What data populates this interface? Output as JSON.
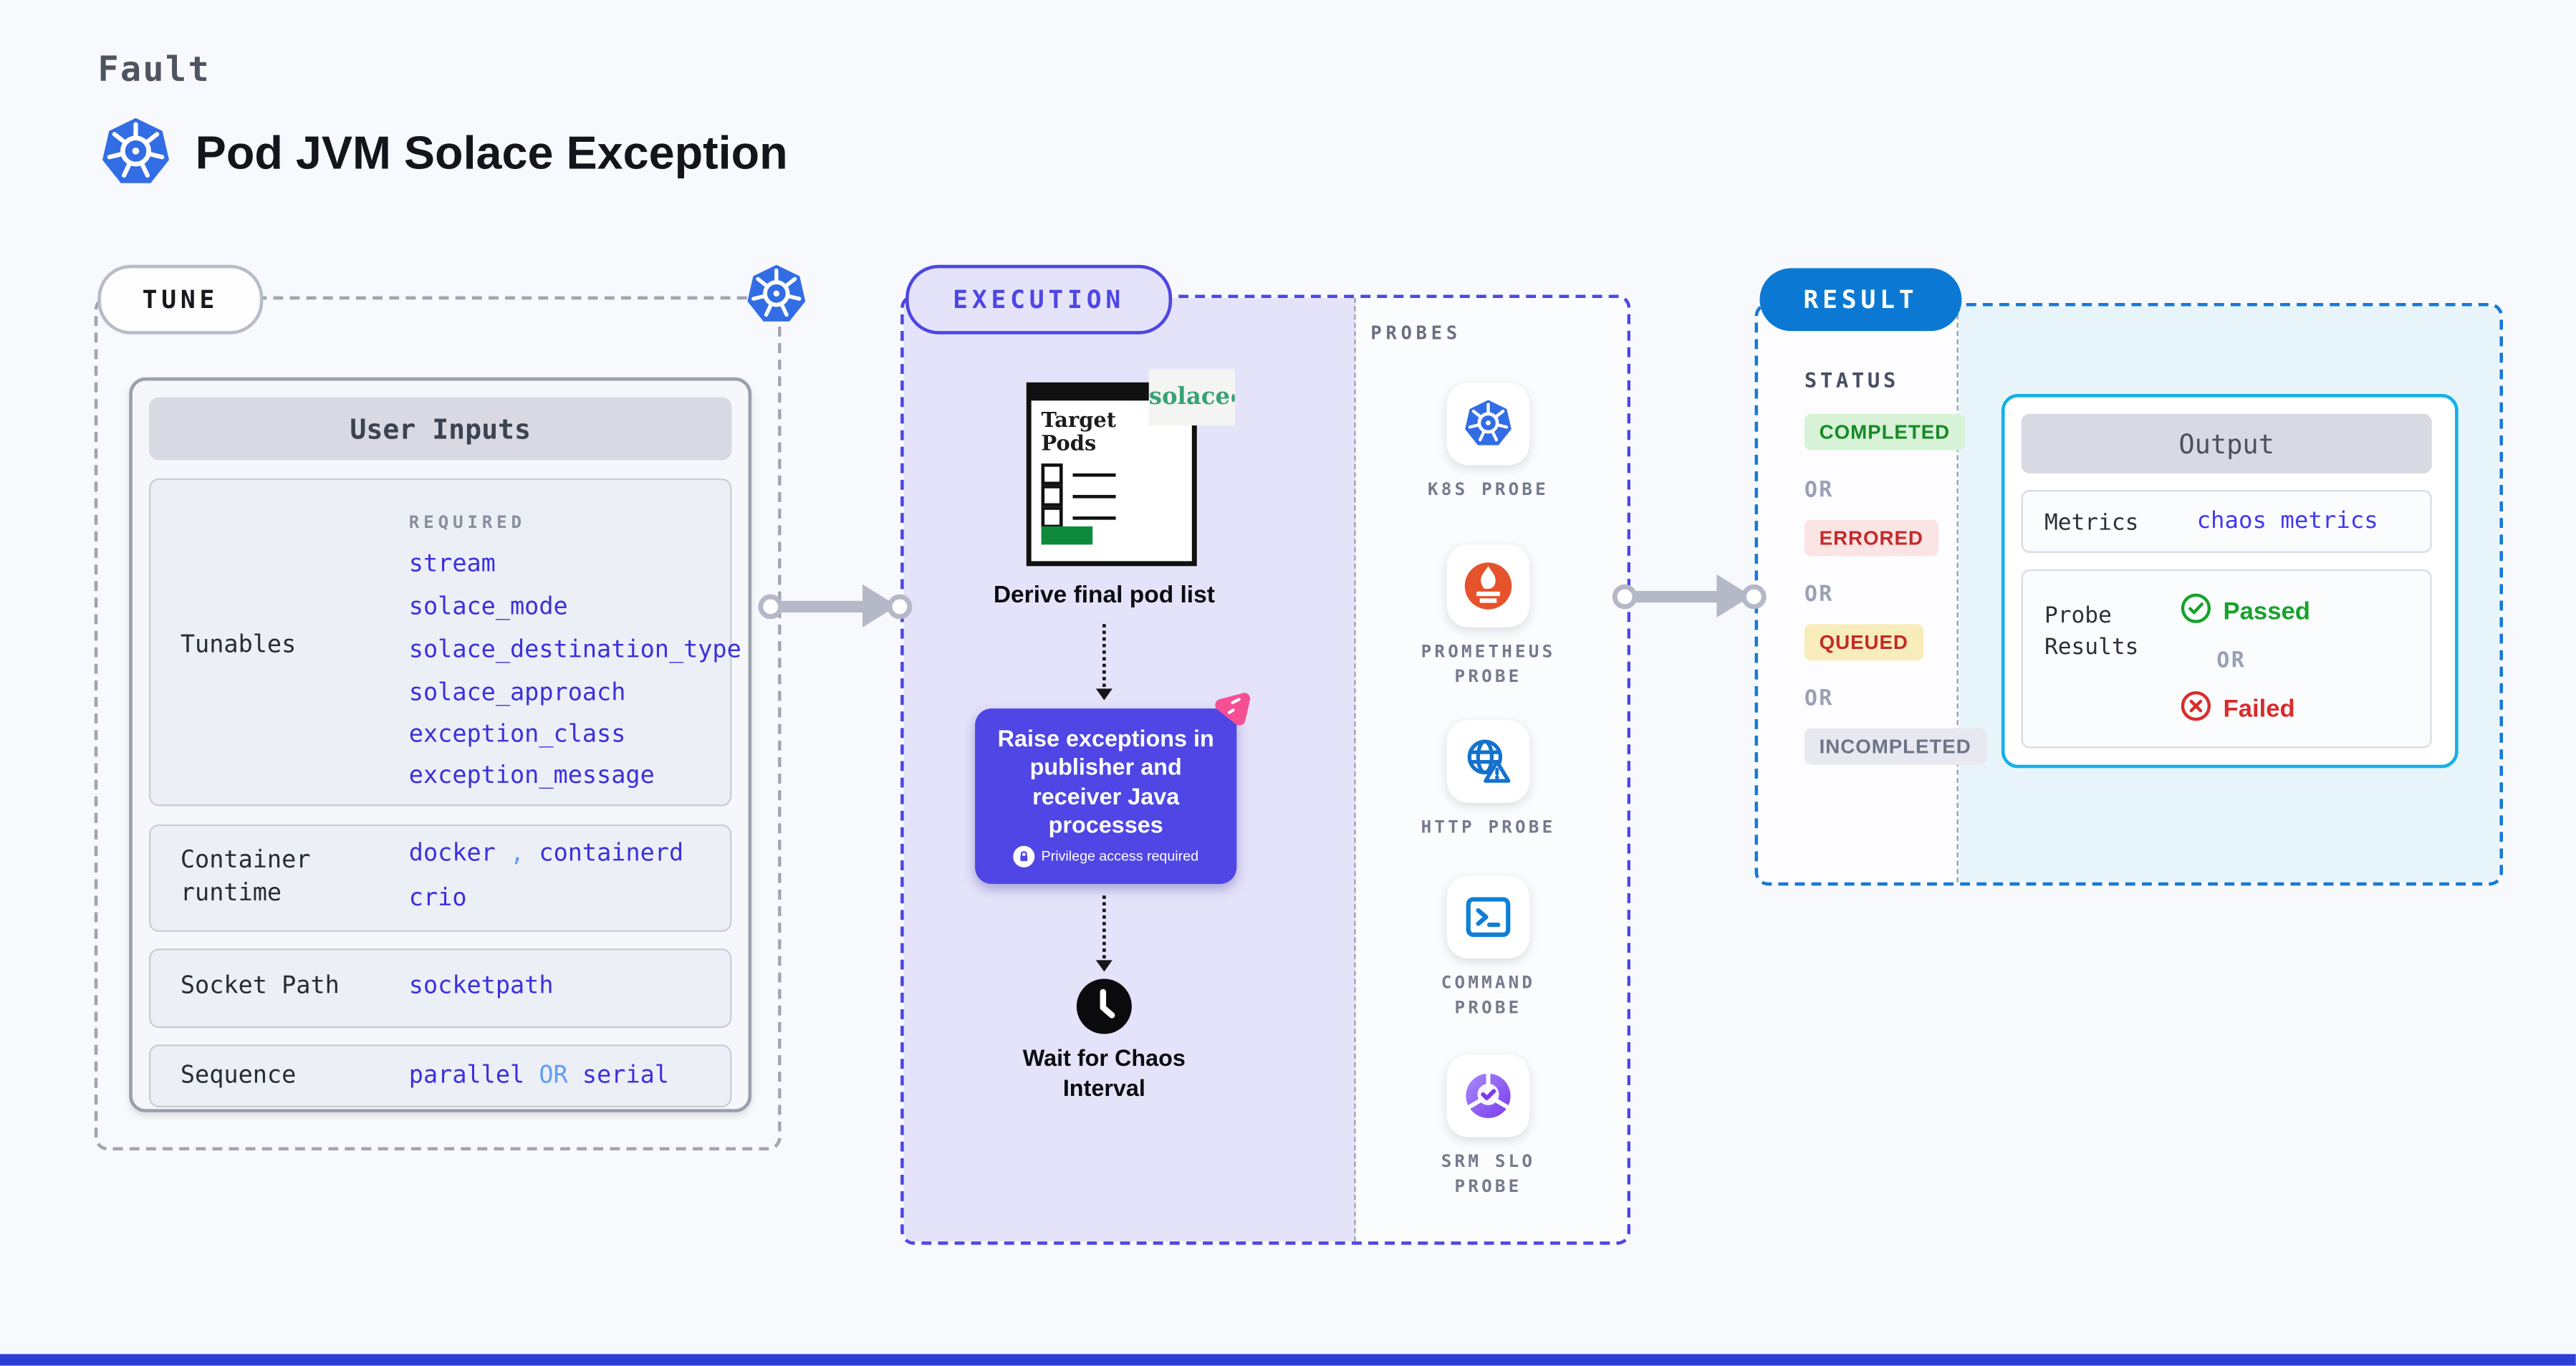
{
  "colors": {
    "accent_indigo": "#4f46e5",
    "accent_blue": "#0b79d4",
    "accent_cyan": "#14b0e8",
    "k8s_blue": "#326de5",
    "solace_green": "#38a273",
    "prometheus_orange": "#e6522c",
    "pink_badge": "#f74f93",
    "value_indigo": "#3b30dd",
    "passed_green": "#17a22b",
    "failed_red": "#d92b2b"
  },
  "header": {
    "kicker": "Fault",
    "title": "Pod JVM Solace Exception"
  },
  "tune": {
    "pill": "TUNE",
    "user_inputs": {
      "header": "User Inputs",
      "tunables": {
        "label": "Tunables",
        "required_label": "REQUIRED",
        "values": [
          "stream",
          "solace_mode",
          "solace_destination_type",
          "solace_approach",
          "exception_class",
          "exception_message"
        ]
      },
      "container_runtime": {
        "label": "Container runtime",
        "v1": "docker",
        "comma": ",",
        "v2": "containerd",
        "v3": "crio"
      },
      "socket_path": {
        "label": "Socket Path",
        "value": "socketpath"
      },
      "sequence": {
        "label": "Sequence",
        "v1": "parallel",
        "or": "OR",
        "v2": "serial"
      }
    }
  },
  "execution": {
    "pill": "EXECUTION",
    "target_pods": "Target Pods",
    "solace_logo": "solace",
    "derive": "Derive final pod list",
    "raise_text": "Raise exceptions in publisher and receiver Java processes",
    "privilege": "Privilege access required",
    "wait": "Wait for Chaos Interval"
  },
  "probes": {
    "header": "PROBES",
    "items": [
      {
        "icon": "k8s-probe-icon",
        "label": "K8S PROBE"
      },
      {
        "icon": "prometheus-probe-icon",
        "label": "PROMETHEUS PROBE"
      },
      {
        "icon": "http-probe-icon",
        "label": "HTTP PROBE"
      },
      {
        "icon": "command-probe-icon",
        "label": "COMMAND PROBE"
      },
      {
        "icon": "srm-slo-probe-icon",
        "label": "SRM SLO PROBE"
      }
    ]
  },
  "result": {
    "pill": "RESULT",
    "status_label": "STATUS",
    "or": "OR",
    "badges": [
      "COMPLETED",
      "ERRORED",
      "QUEUED",
      "INCOMPLETED"
    ],
    "output": {
      "header": "Output",
      "metrics_label": "Metrics",
      "metrics_value": "chaos metrics",
      "probe_results_label": "Probe Results",
      "passed": "Passed",
      "failed": "Failed"
    }
  }
}
